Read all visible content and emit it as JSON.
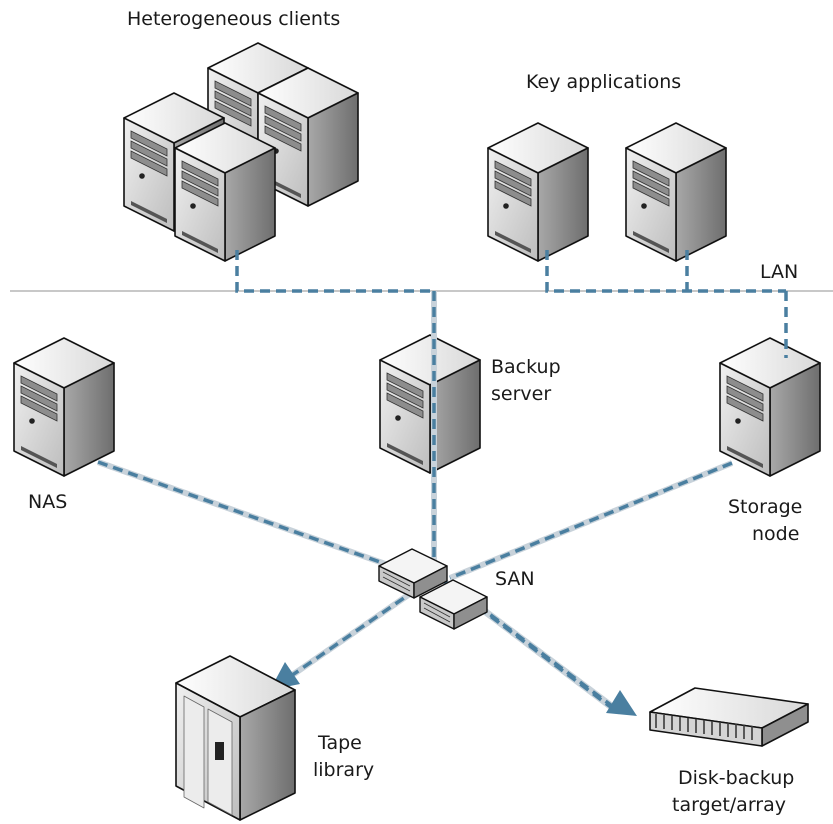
{
  "labels": {
    "clients": "Heterogeneous clients",
    "key_apps": "Key applications",
    "lan": "LAN",
    "nas": "NAS",
    "backup_line1": "Backup",
    "backup_line2": "server",
    "storage_line1": "Storage",
    "storage_line2": "node",
    "san": "SAN",
    "tape_line1": "Tape",
    "tape_line2": "library",
    "disk_line1": "Disk-backup",
    "disk_line2": "target/array"
  },
  "colors": {
    "link": "#4a7fa0",
    "link_light": "#c8d2da",
    "lan_line": "#c8c8c8",
    "server_front": "#d9d9d9",
    "server_side": "#8f8f8f",
    "server_top": "#f2f2f2"
  },
  "icons": [
    "server-icon",
    "network-switch-icon",
    "tape-library-icon",
    "disk-array-icon",
    "arrow-head-icon"
  ]
}
